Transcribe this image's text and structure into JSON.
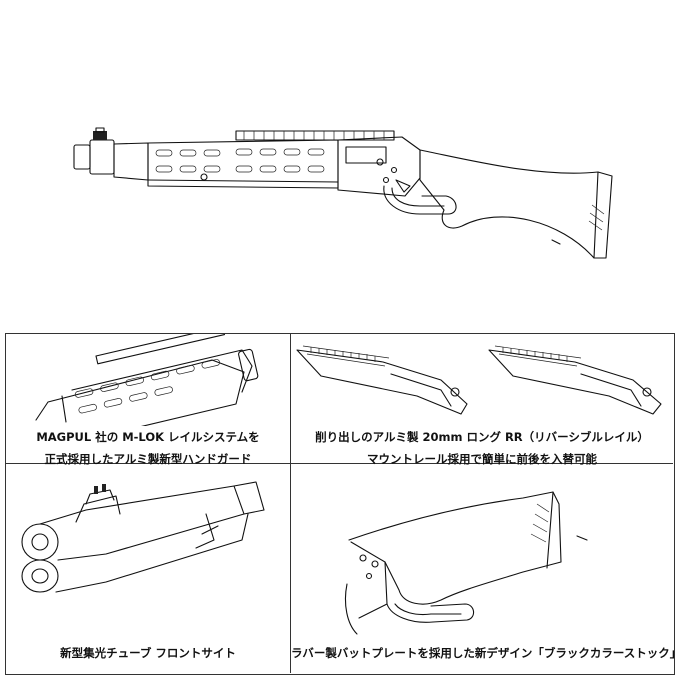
{
  "panels": [
    {
      "lines": [
        "MAGPUL 社の M-LOK レイルシステムを",
        "正式採用したアルミ製新型ハンドガード"
      ]
    },
    {
      "lines": [
        "削り出しのアルミ製 20mm ロング RR（リバーシブルレイル）",
        "マウントレール採用で簡単に前後を入替可能"
      ]
    },
    {
      "lines": [
        "新型集光チューブ  フロントサイト"
      ]
    },
    {
      "lines": [
        "ラバー製バットプレートを採用した新デザイン「ブラックカラーストック」"
      ]
    }
  ]
}
